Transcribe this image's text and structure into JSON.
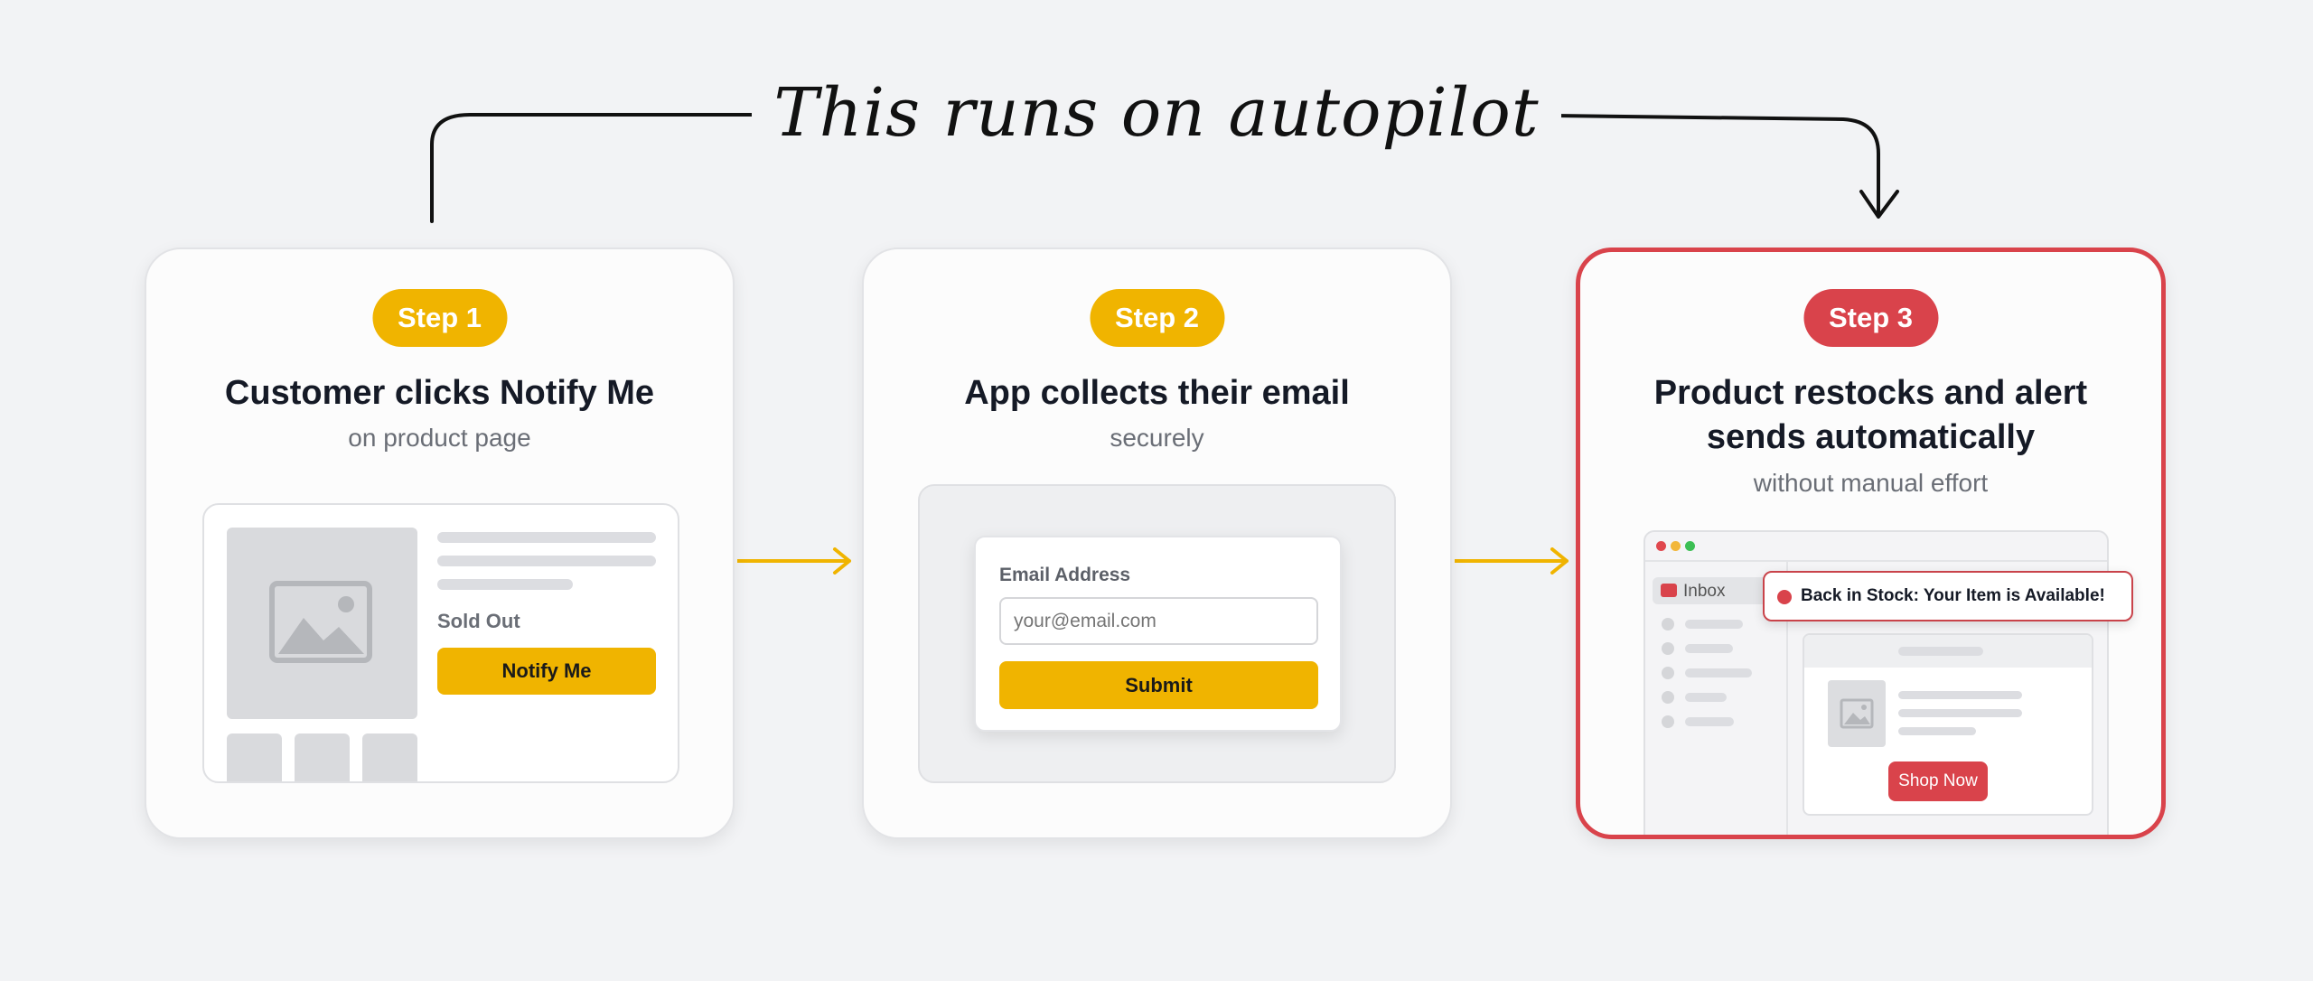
{
  "header": {
    "title": "This runs on autopilot"
  },
  "colors": {
    "accent": "#f0b400",
    "highlight": "#d9434b",
    "background": "#f2f3f5"
  },
  "steps": [
    {
      "badge": "Step 1",
      "heading": "Customer clicks Notify Me",
      "subtitle": "on product page",
      "mock": {
        "status": "Sold Out",
        "button": "Notify Me"
      }
    },
    {
      "badge": "Step 2",
      "heading": "App collects their email",
      "subtitle": "securely",
      "mock": {
        "label": "Email Address",
        "placeholder": "your@email.com",
        "button": "Submit"
      }
    },
    {
      "badge": "Step 3",
      "heading_line1": "Product restocks and alert",
      "heading_line2": "sends automatically",
      "subtitle": "without manual effort",
      "mock": {
        "inbox": "Inbox",
        "notification": "Back in Stock: Your Item is Available!",
        "button": "Shop Now"
      }
    }
  ]
}
